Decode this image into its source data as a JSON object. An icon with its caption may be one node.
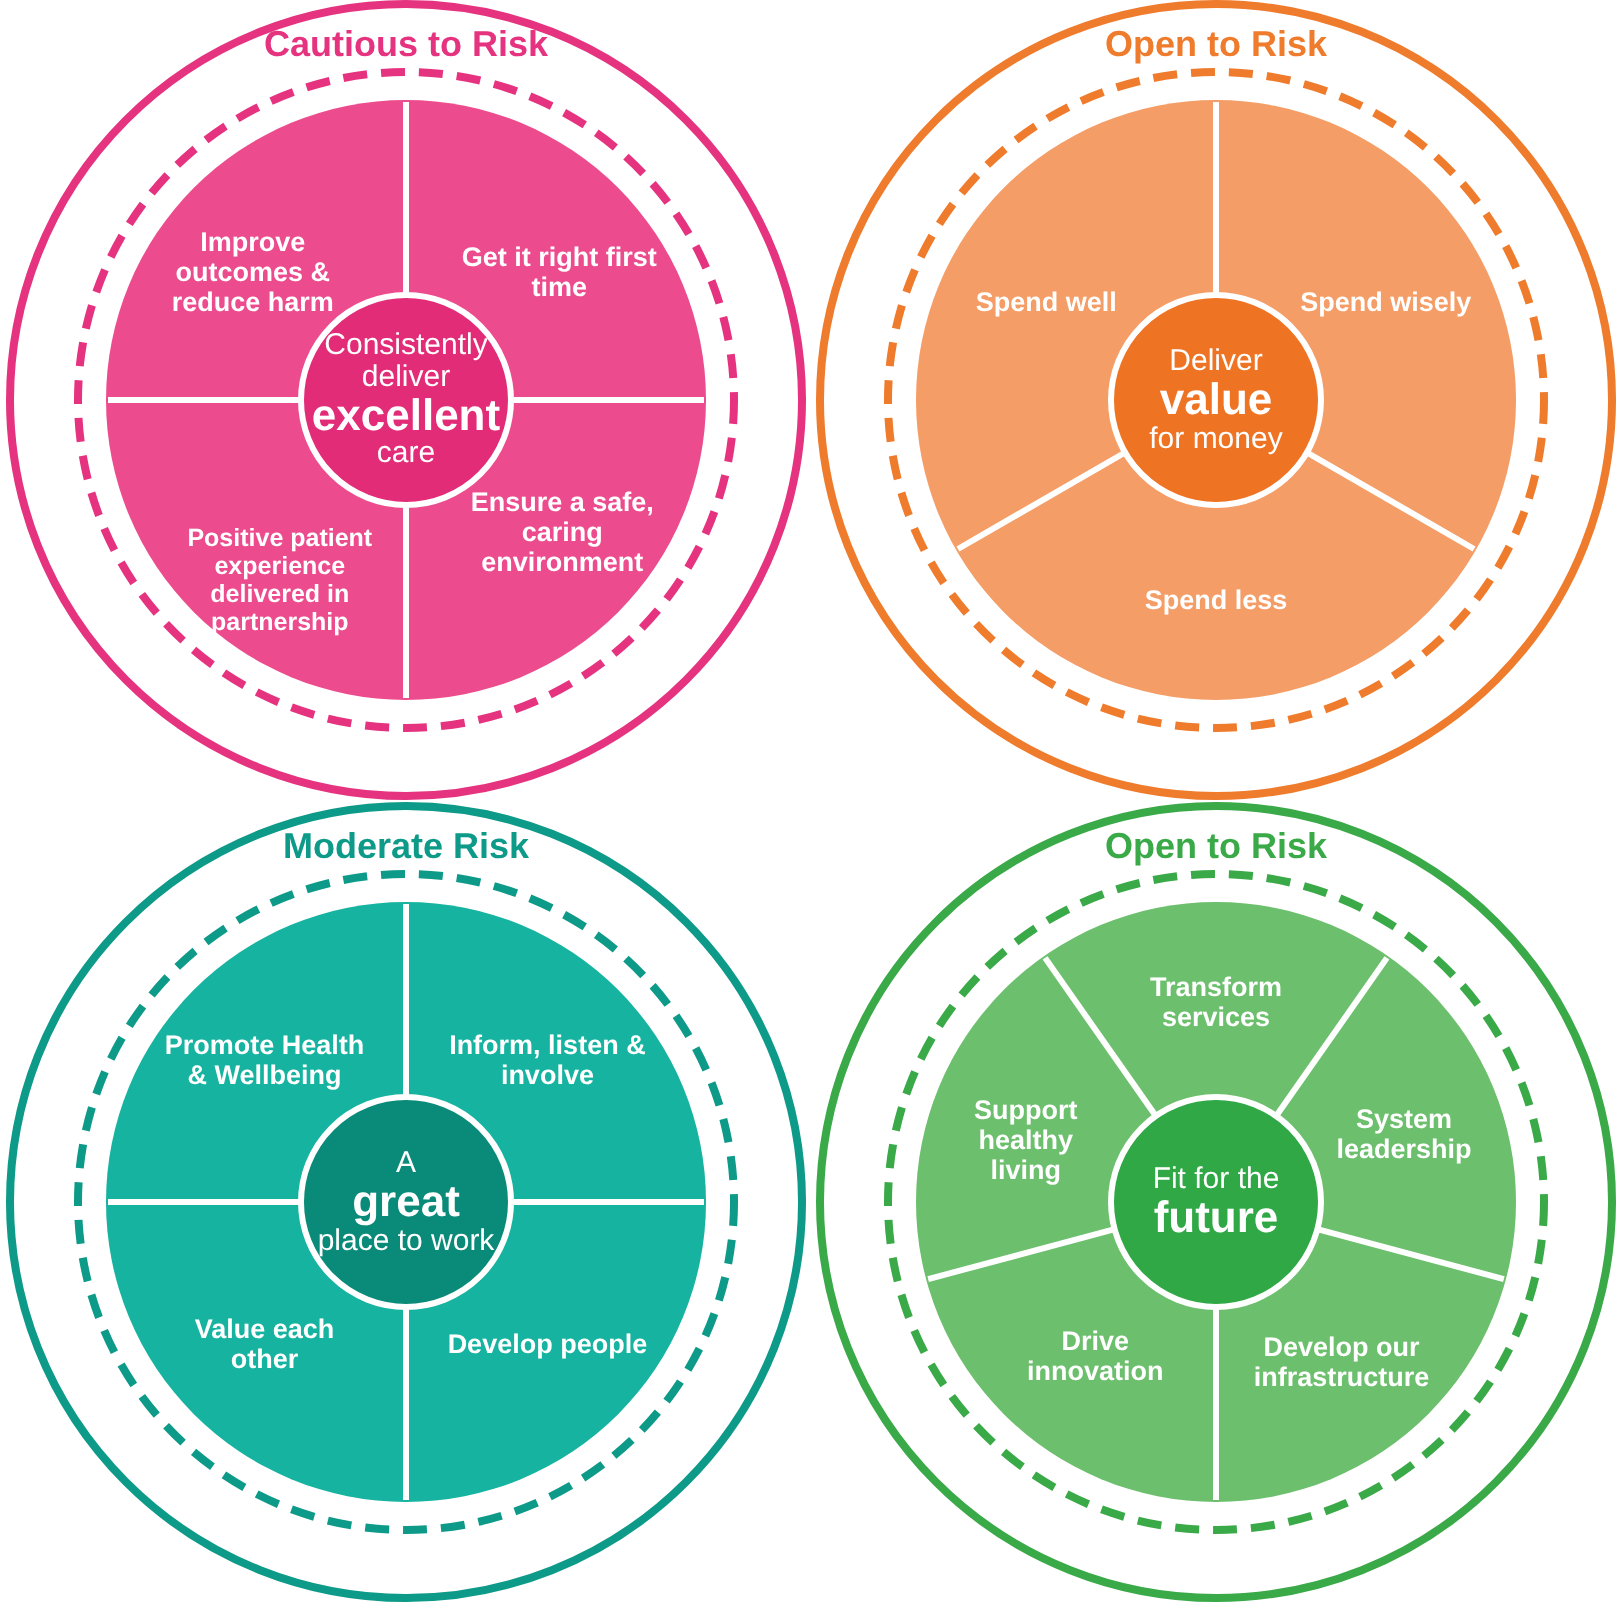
{
  "diagram": {
    "nodes": [
      {
        "text": [
          "Cautious to Risk"
        ]
      },
      {
        "text": [
          "Improve outcomes & reduce harm"
        ],
        "in": 0
      },
      {
        "text": [
          "Get it right first time"
        ],
        "in": 0
      },
      {
        "text": [
          "Consistently deliver **excellent** care"
        ],
        "in": 0
      },
      {
        "text": [
          "Positive patient experience delivered in partnership"
        ],
        "in": 0
      },
      {
        "text": [
          "Ensure a safe, caring environment"
        ],
        "in": 0
      },
      {
        "text": [
          "Open to Risk"
        ]
      },
      {
        "text": [
          "Spend well"
        ],
        "in": 6
      },
      {
        "text": [
          "Spend wisely"
        ],
        "in": 6
      },
      {
        "text": [
          "Deliver **value** for money"
        ],
        "in": 6
      },
      {
        "text": [
          "Spend less"
        ],
        "in": 6
      },
      {
        "text": [
          "Moderate Risk"
        ]
      },
      {
        "text": [
          "Promote Health & Wellbeing"
        ],
        "in": 11
      },
      {
        "text": [
          "Inform, listen & involve"
        ],
        "in": 11
      },
      {
        "text": [
          "A **great** place to work"
        ],
        "in": 11
      },
      {
        "text": [
          "Value each other"
        ],
        "in": 11
      },
      {
        "text": [
          "Develop people"
        ],
        "in": 11
      },
      {
        "text": [
          "Open to Risk"
        ]
      },
      {
        "text": [
          "Transform services"
        ],
        "in": 17
      },
      {
        "text": [
          "Support healthy living"
        ],
        "in": 17
      },
      {
        "text": [
          "Fit for the **future**"
        ],
        "in": 17
      },
      {
        "text": [
          "System leadership"
        ],
        "in": 17
      },
      {
        "text": [
          "Drive innovation"
        ],
        "in": 17
      },
      {
        "text": [
          "Develop our infrastructure"
        ],
        "in": 17
      }
    ]
  }
}
